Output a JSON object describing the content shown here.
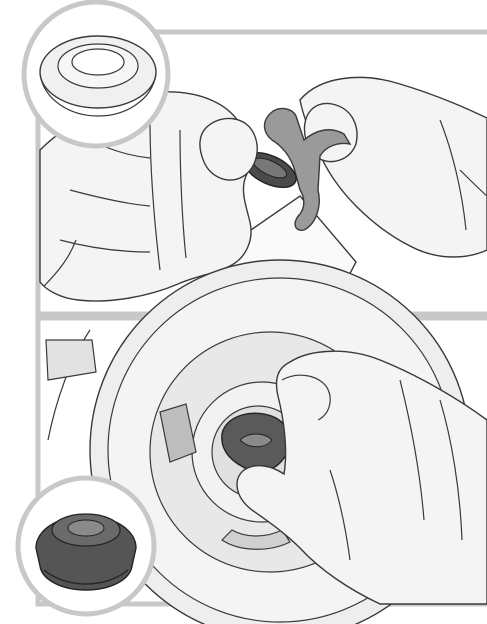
{
  "figure": {
    "panels": [
      {
        "id": "top",
        "step": "remove-seal-from-lever",
        "inset": "seal-ring-closeup"
      },
      {
        "id": "bottom",
        "step": "insert-seal-in-lid",
        "inset": "dark-seal-plug-closeup"
      }
    ],
    "colors": {
      "frame": "#c8c8c8",
      "skin": "#f4f4f4",
      "outline": "#3a3a3a",
      "part_gray": "#9a9a9a",
      "seal_dark": "#555555",
      "lid_light": "#e6e6e6"
    }
  }
}
